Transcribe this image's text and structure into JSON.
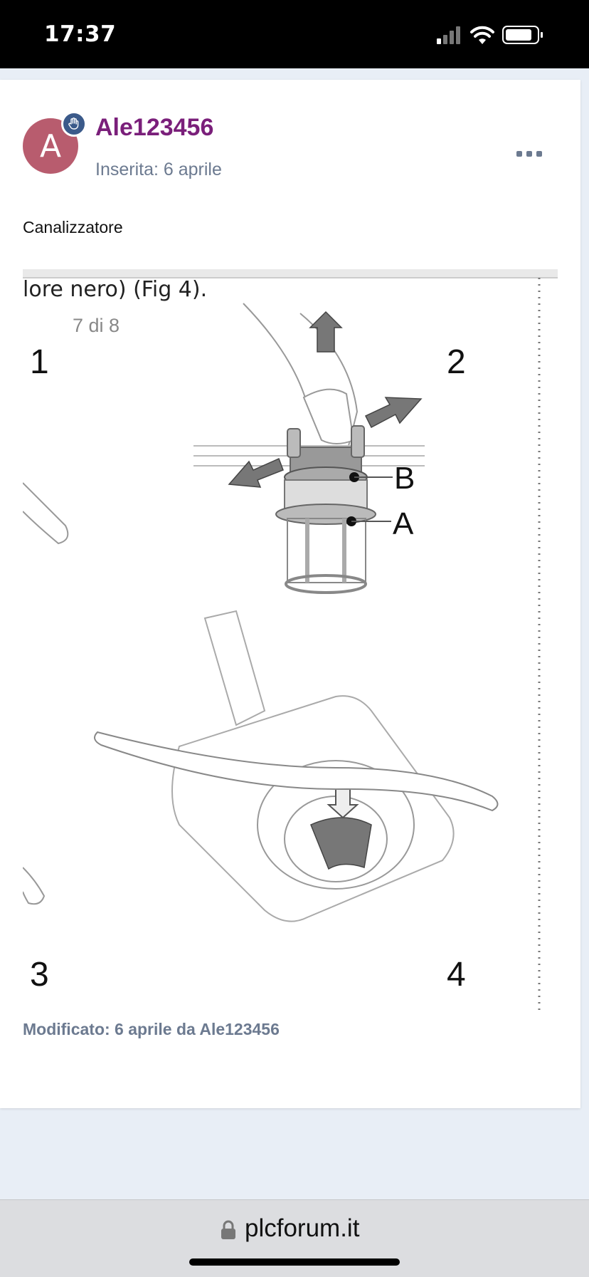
{
  "status_bar": {
    "time": "17:37",
    "icons": [
      "signal-icon",
      "wifi-icon",
      "battery-icon"
    ]
  },
  "post": {
    "author": {
      "avatar_letter": "A",
      "name": "Ale123456",
      "avatar_color": "#b85c6e",
      "name_color": "#7a1f7a",
      "badge_icon": "hand-icon"
    },
    "date": "Inserita: 6 aprile",
    "body_text": "Canalizzatore",
    "attachment": {
      "caption_fragment": "lore nero) (Fig 4).",
      "page_indicator": "7 di 8",
      "figure_numbers": [
        "1",
        "2",
        "3",
        "4"
      ],
      "callouts": [
        "B",
        "A"
      ]
    },
    "edit_note": "Modificato: 6 aprile da Ale123456"
  },
  "browser": {
    "url": "plcforum.it",
    "lock_icon": "lock-icon"
  }
}
